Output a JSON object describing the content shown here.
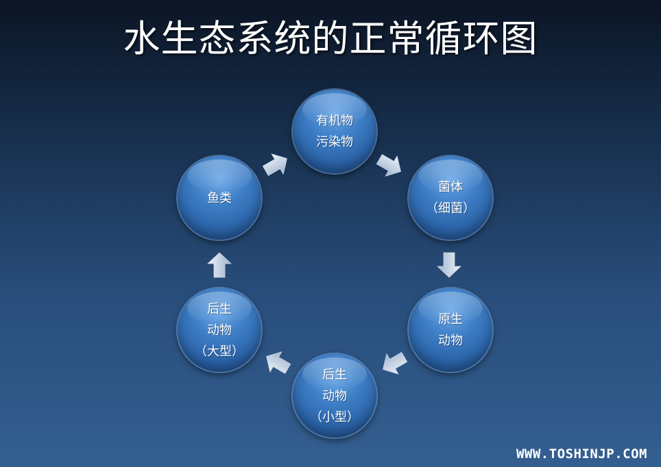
{
  "title": "水生态系统的正常循环图",
  "nodes": [
    {
      "id": "organic-pollutant",
      "lines": [
        "有机物",
        "污染物"
      ]
    },
    {
      "id": "bacteria",
      "lines": [
        "菌体",
        "（细菌）"
      ]
    },
    {
      "id": "protozoa",
      "lines": [
        "原生",
        "动物"
      ]
    },
    {
      "id": "small-metazoa",
      "lines": [
        "后生",
        "动物",
        "（小型）"
      ]
    },
    {
      "id": "large-metazoa",
      "lines": [
        "后生",
        "动物",
        "（大型）"
      ]
    },
    {
      "id": "fish",
      "lines": [
        "鱼类"
      ]
    }
  ],
  "footer": {
    "url": "WWW.TOSHINJP.COM"
  }
}
